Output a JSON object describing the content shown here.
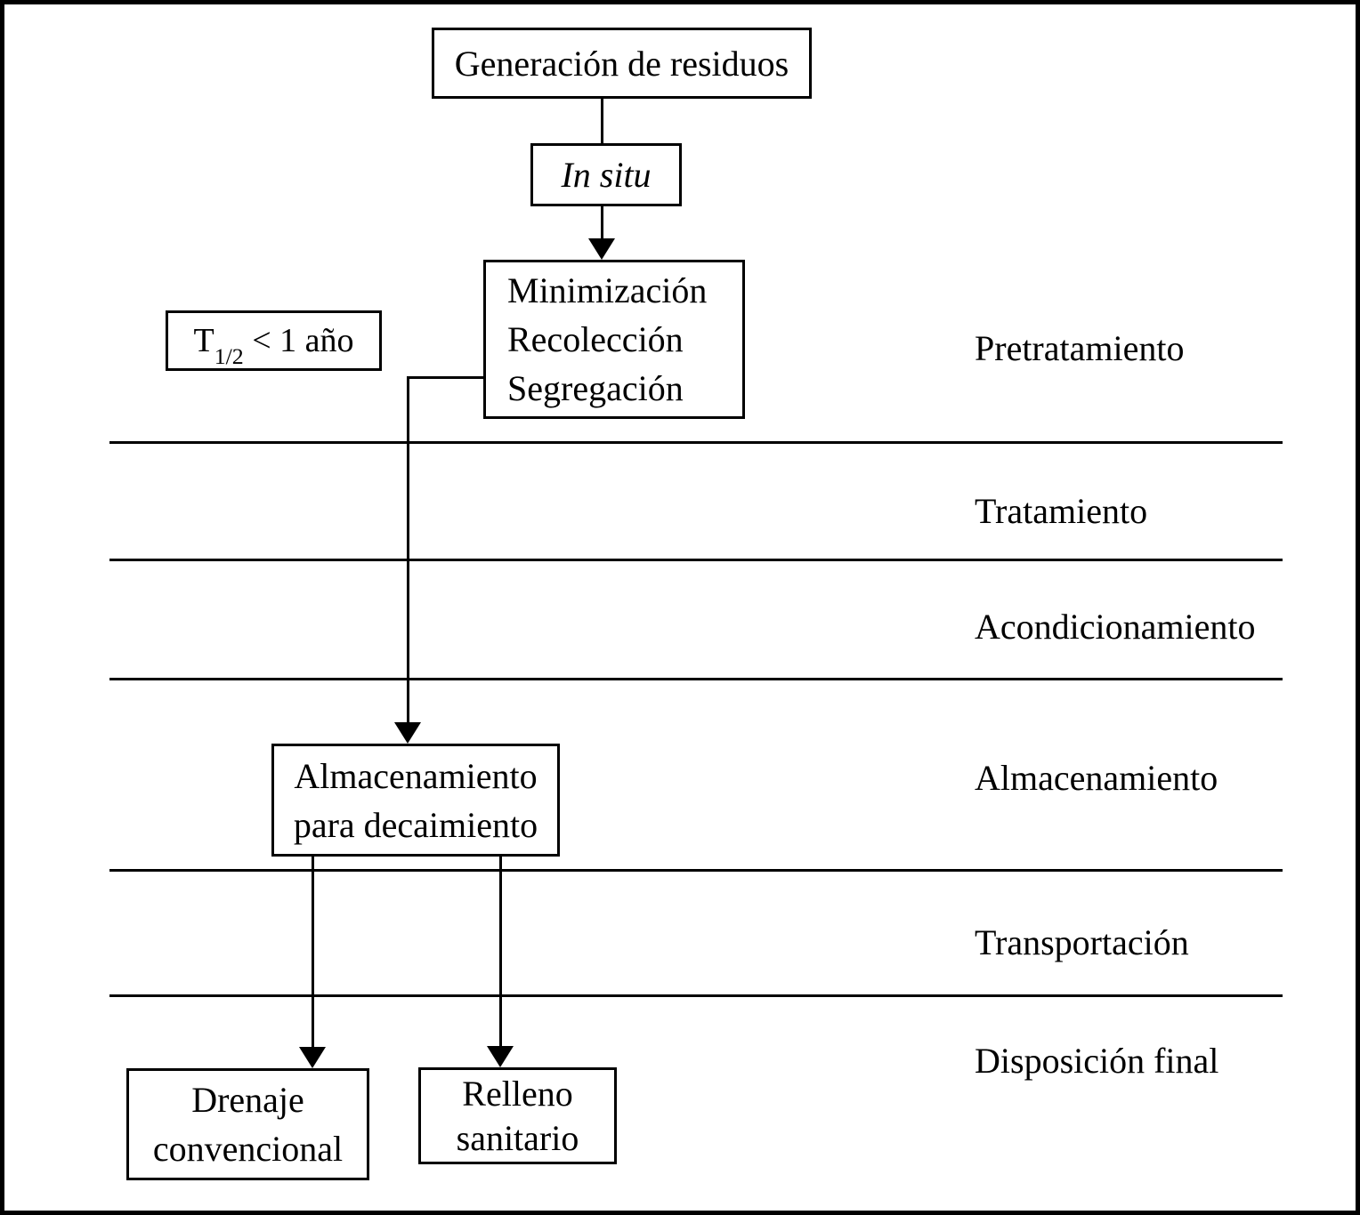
{
  "diagram": {
    "type": "flowchart",
    "language": "es",
    "colors": {
      "ink": "#000000",
      "background": "#ffffff"
    },
    "nodes": {
      "generacion": {
        "label": "Generación de residuos"
      },
      "in_situ": {
        "label": "In situ"
      },
      "minimizacion": {
        "line1": "Minimización",
        "line2": "Recolección",
        "line3": "Segregación"
      },
      "half_life": {
        "base": "T",
        "sub": "1/2",
        "rest": " < 1 año"
      },
      "almacenamiento": {
        "line1": "Almacenamiento",
        "line2": "para decaimiento"
      },
      "drenaje": {
        "line1": "Drenaje",
        "line2": "convencional"
      },
      "relleno": {
        "line1": "Relleno",
        "line2": "sanitario"
      }
    },
    "stages": {
      "pretratamiento": "Pretratamiento",
      "tratamiento": "Tratamiento",
      "acondicionamiento": "Acondicionamiento",
      "almacenamiento": "Almacenamiento",
      "transportacion": "Transportación",
      "disposicion_final": "Disposición final"
    }
  }
}
